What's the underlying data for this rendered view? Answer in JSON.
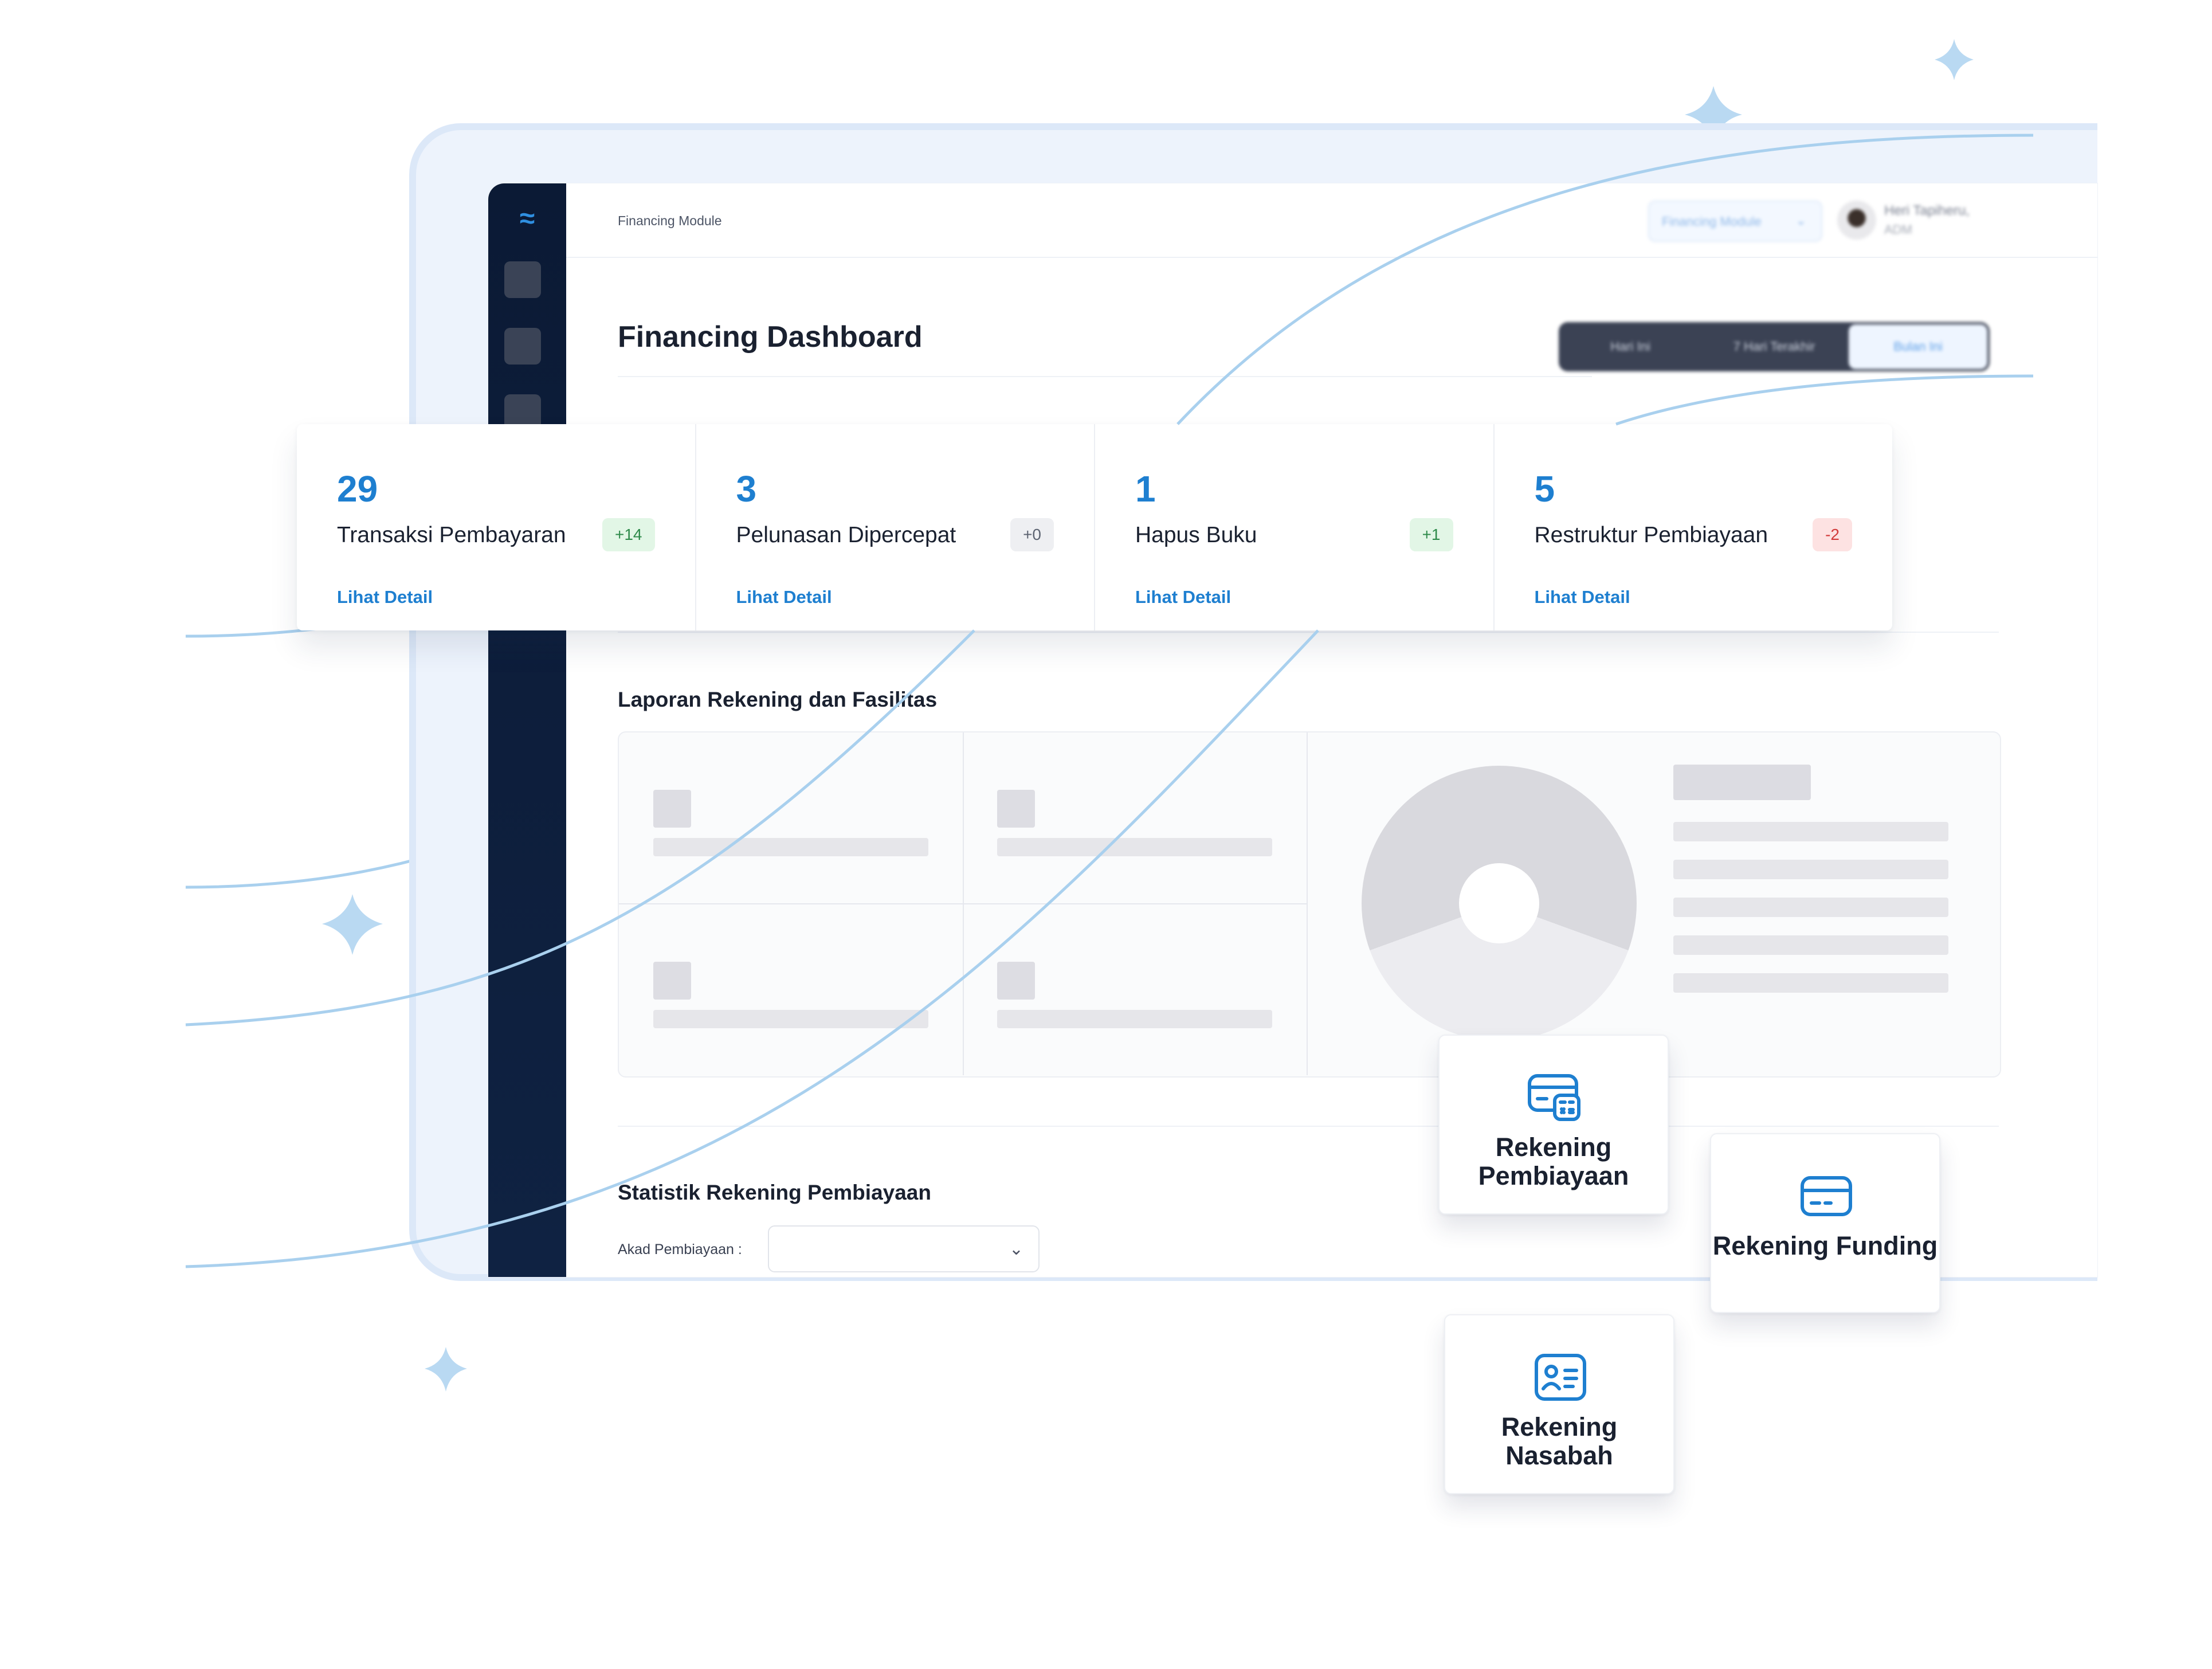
{
  "colors": {
    "accent": "#1e7fd0",
    "sidebar": "#0b1a35",
    "badge_green_bg": "#e2f6e6",
    "badge_green_text": "#2e8a4a",
    "badge_gray_bg": "#eeeff2",
    "badge_gray_text": "#5d6472",
    "badge_red_bg": "#fde2e2",
    "badge_red_text": "#d23b3b",
    "decor_line": "#a9d0ee",
    "sparkle": "#b9d9f2"
  },
  "sidebar": {
    "logo_icon": "wave-logo-icon"
  },
  "topbar": {
    "breadcrumb": "Financing Module",
    "module_select": "Financing Module",
    "user_name": "Heri Tapiheru,",
    "user_role": "ADM"
  },
  "page": {
    "title": "Financing Dashboard"
  },
  "range_tabs": [
    {
      "label": "Hari Ini",
      "active": false
    },
    {
      "label": "7 Hari Terakhir",
      "active": false
    },
    {
      "label": "Bulan Ini",
      "active": true
    }
  ],
  "stats": [
    {
      "value": "29",
      "label": "Transaksi Pembayaran",
      "delta": "+14",
      "tone": "green",
      "link": "Lihat Detail"
    },
    {
      "value": "3",
      "label": "Pelunasan Dipercepat",
      "delta": "+0",
      "tone": "gray",
      "link": "Lihat Detail"
    },
    {
      "value": "1",
      "label": "Hapus Buku",
      "delta": "+1",
      "tone": "green",
      "link": "Lihat Detail"
    },
    {
      "value": "5",
      "label": "Restruktur Pembiayaan",
      "delta": "-2",
      "tone": "red",
      "link": "Lihat Detail"
    }
  ],
  "report": {
    "title": "Laporan Rekening dan Fasilitas"
  },
  "statistics": {
    "title": "Statistik Rekening Pembiayaan",
    "akad_label": "Akad Pembiayaan :",
    "akad_value": ""
  },
  "feature_cards": [
    {
      "label": "Rekening Pembiayaan",
      "icon": "card-calculator-icon"
    },
    {
      "label": "Rekening Funding",
      "icon": "credit-card-icon"
    },
    {
      "label": "Rekening Nasabah",
      "icon": "id-card-icon"
    }
  ]
}
